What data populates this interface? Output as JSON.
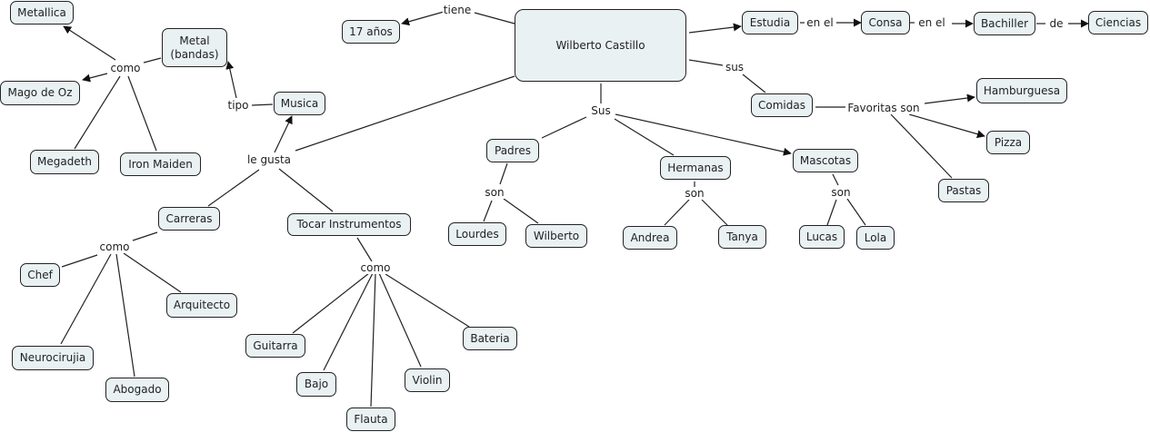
{
  "diagram": {
    "type": "concept-map",
    "concepts": {
      "wilberto_castillo": "Wilberto Castillo",
      "edad": "17 años",
      "estudia": "Estudia",
      "consa": "Consa",
      "bachiller": "Bachiller",
      "ciencias": "Ciencias",
      "comidas": "Comidas",
      "hamburguesa": "Hamburguesa",
      "pizza": "Pizza",
      "pastas": "Pastas",
      "padres": "Padres",
      "hermanas": "Hermanas",
      "mascotas": "Mascotas",
      "lourdes": "Lourdes",
      "wilberto": "Wilberto",
      "andrea": "Andrea",
      "tanya": "Tanya",
      "lucas": "Lucas",
      "lola": "Lola",
      "musica": "Musica",
      "metal": "Metal\n(bandas)",
      "metallica": "Metallica",
      "mago_de_oz": "Mago de Oz",
      "megadeth": "Megadeth",
      "iron_maiden": "Iron Maiden",
      "carreras": "Carreras",
      "chef": "Chef",
      "arquitecto": "Arquitecto",
      "neurocirujia": "Neurocirujia",
      "abogado": "Abogado",
      "tocar_instrumentos": "Tocar Instrumentos",
      "guitarra": "Guitarra",
      "bajo": "Bajo",
      "flauta": "Flauta",
      "violin": "Violin",
      "bateria": "Bateria"
    },
    "links": {
      "tiene": "tiene",
      "en_el_1": "en el",
      "en_el_2": "en el",
      "de": "de",
      "sus_comidas": "sus",
      "favoritas_son": "Favoritas son",
      "sus_familia": "Sus",
      "son_padres": "son",
      "son_hermanas": "son",
      "son_mascotas": "son",
      "le_gusta": "le gusta",
      "tipo": "tipo",
      "como_metal": "como",
      "como_carreras": "como",
      "como_instrumentos": "como"
    },
    "colors": {
      "concept_fill": "#e9f1f3",
      "stroke": "#222222"
    }
  }
}
